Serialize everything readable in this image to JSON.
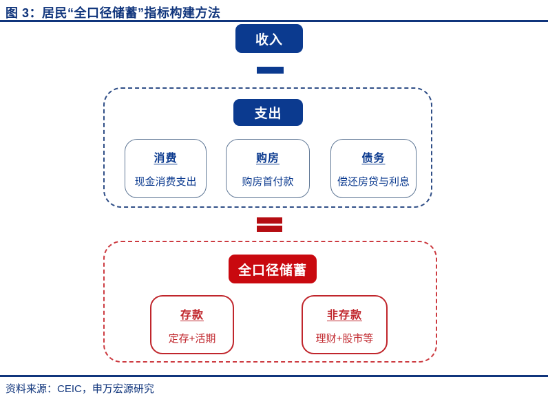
{
  "title": "图 3：居民“全口径储蓄”指标构建方法",
  "source": "资料来源：CEIC，申万宏源研究",
  "colors": {
    "navy": "#0b3a8f",
    "navy_text": "#10357c",
    "red": "#c9090f",
    "red_text": "#c0262c",
    "dashed_blue_border": "#2e4d86",
    "dashed_red_border": "#cc3a40",
    "equals_red": "#b50d12"
  },
  "flow": {
    "income_label": "收入",
    "expenditure": {
      "label": "支出",
      "items": [
        {
          "title": "消费",
          "desc": "现金消费支出"
        },
        {
          "title": "购房",
          "desc": "购房首付款"
        },
        {
          "title": "债务",
          "desc": "偿还房贷与利息"
        }
      ]
    },
    "savings": {
      "label": "全口径储蓄",
      "items": [
        {
          "title": "存款",
          "desc": "定存+活期"
        },
        {
          "title": "非存款",
          "desc": "理财+股市等"
        }
      ]
    }
  }
}
